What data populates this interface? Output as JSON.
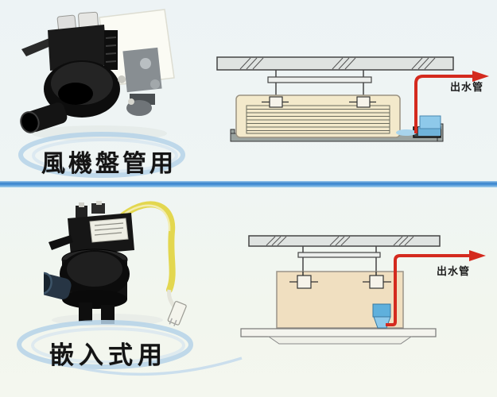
{
  "sections": [
    {
      "label": "風機盤管用",
      "diagram": {
        "pipe_label": "出水管"
      }
    },
    {
      "label": "嵌入式用",
      "diagram": {
        "pipe_label": "出水管"
      }
    }
  ],
  "colors": {
    "pipe_red": "#d42a1e",
    "pump_blue": "#8ec9ea",
    "pump_blue_dark": "#5fb0dc",
    "unit_beige_top": "#f3e9cb",
    "unit_beige_bottom": "#f0dfc0",
    "slab_gray": "#dfe3e1",
    "pan_gray": "#9aa3a0",
    "swoosh_blue": "#b5d2e8",
    "cable_yellow": "#e3d74f"
  }
}
